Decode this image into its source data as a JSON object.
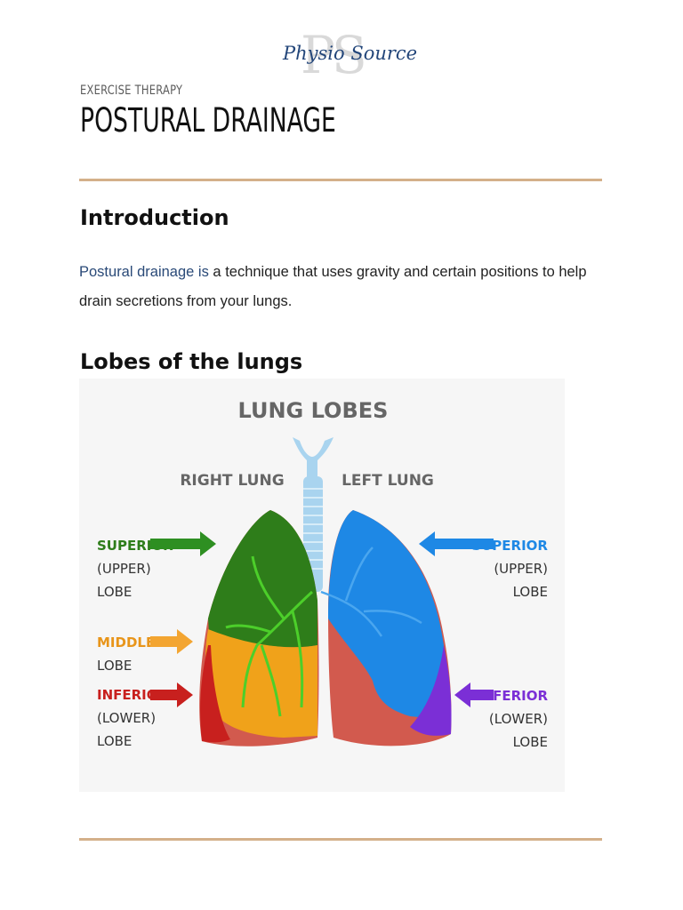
{
  "logo": {
    "monogram": "PS",
    "brand": "Physio Source"
  },
  "header": {
    "kicker": "EXERCISE THERAPY",
    "title": "POSTURAL DRAINAGE"
  },
  "intro": {
    "heading": "Introduction",
    "link_text": "Postural drainage is",
    "body": " a technique that uses gravity and certain positions to help drain secretions from your lungs."
  },
  "lobes_section": {
    "heading": "Lobes of the lungs"
  },
  "figure": {
    "title": "LUNG LOBES",
    "right_lung": "RIGHT LUNG",
    "left_lung": "LEFT LUNG",
    "right_labels": {
      "superior": [
        "SUPERIOR",
        "(UPPER)",
        "LOBE"
      ],
      "middle": [
        "MIDDLE",
        "LOBE"
      ],
      "inferior": [
        "INFERIOR",
        "(LOWER)",
        "LOBE"
      ]
    },
    "left_labels": {
      "superior": [
        "SUPERIOR",
        "(UPPER)",
        "LOBE"
      ],
      "inferior": [
        "INFERIOR",
        "(LOWER)",
        "LOBE"
      ]
    },
    "colors": {
      "superior_right": "#2e7d1a",
      "middle": "#f0a21a",
      "inferior_right": "#c8201e",
      "superior_left": "#1e88e5",
      "inferior_left": "#7b2fd6",
      "pleura": "#d25a4e",
      "trachea": "#a9d4ef"
    }
  }
}
